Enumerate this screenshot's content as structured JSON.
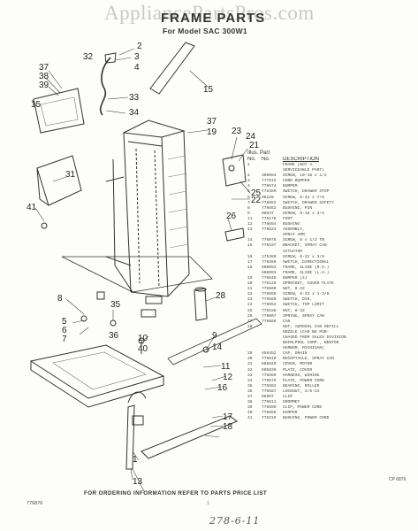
{
  "watermark": "AppliancePartsPros.com",
  "title": "FRAME PARTS",
  "subtitle": "For Model SAC 300W1",
  "callouts": [
    "1",
    "2",
    "3",
    "4",
    "5",
    "6",
    "7",
    "8",
    "9",
    "10",
    "11",
    "12",
    "13",
    "14",
    "15",
    "15",
    "16",
    "17",
    "18",
    "19",
    "21",
    "22",
    "23",
    "24",
    "25",
    "26",
    "28",
    "31",
    "32",
    "33",
    "34",
    "35",
    "36",
    "37",
    "38",
    "39",
    "40",
    "41"
  ],
  "parts_list": {
    "header_line1": "Illus.  Part",
    "header_no": "No.",
    "header_pn": "No.",
    "header_desc": "DESCRIPTION",
    "rows": [
      {
        "no": "1",
        "pn": "",
        "desc": "FRAME (NOT A"
      },
      {
        "no": "",
        "pn": "",
        "desc": "SERVICEABLE PART)"
      },
      {
        "no": "2",
        "pn": "306084",
        "desc": "SCREW, 10-16 x 1/2"
      },
      {
        "no": "3",
        "pn": "777615",
        "desc": "CORD BUMPER"
      },
      {
        "no": "4",
        "pn": "776674",
        "desc": "BUMPER"
      },
      {
        "no": "5",
        "pn": "778480",
        "desc": "SWITCH, DRAWER STOP"
      },
      {
        "no": "6",
        "pn": "98126",
        "desc": "SCREW, 6-32 x 7/8"
      },
      {
        "no": "7",
        "pn": "778652",
        "desc": "SWITCH, DRAWER SAFETY"
      },
      {
        "no": "8",
        "pn": "776652",
        "desc": "BUSHING, PIN"
      },
      {
        "no": "9",
        "pn": "98647",
        "desc": "SCREW, 8-18 x 3/4"
      },
      {
        "no": "11",
        "pn": "776178",
        "desc": "FOOT"
      },
      {
        "no": "12",
        "pn": "776654",
        "desc": "BUSHING"
      },
      {
        "no": "13",
        "pn": "776623",
        "desc": "ASSEMBLY,"
      },
      {
        "no": "",
        "pn": "",
        "desc": "SPRAY ARM"
      },
      {
        "no": "14",
        "pn": "776076",
        "desc": "SCREW, 8 x 1/2 TB"
      },
      {
        "no": "15",
        "pn": "776197",
        "desc": "BRACKET, SPRAY CAN"
      },
      {
        "no": "",
        "pn": "",
        "desc": "ACTUATOR"
      },
      {
        "no": "16",
        "pn": "175360",
        "desc": "SCREW, 6-32 x 3/8"
      },
      {
        "no": "17",
        "pn": "778360",
        "desc": "SWITCH, DIRECTIONAL"
      },
      {
        "no": "18",
        "pn": "608092",
        "desc": "FRAME, SLIDE (R.H.)"
      },
      {
        "no": "",
        "pn": "608093",
        "desc": "FRAME, SLIDE (L.H.)"
      },
      {
        "no": "19",
        "pn": "776545",
        "desc": "BUMPER (4)"
      },
      {
        "no": "20",
        "pn": "776120",
        "desc": "SPROCKET, COVER PLATE"
      },
      {
        "no": "21",
        "pn": "776500",
        "desc": "NUT, 6-32"
      },
      {
        "no": "22",
        "pn": "776650",
        "desc": "SCREW, 6-32 x 1-3/8"
      },
      {
        "no": "23",
        "pn": "776580",
        "desc": "SWITCH, DIR."
      },
      {
        "no": "24",
        "pn": "776054",
        "desc": "SWITCH, TOP LIMIT"
      },
      {
        "no": "25",
        "pn": "776188",
        "desc": "NUT, 6-32"
      },
      {
        "no": "26",
        "pn": "776007",
        "desc": "SPRING, SPRAY CAN"
      },
      {
        "no": "27",
        "pn": "776686",
        "desc": "CAN"
      },
      {
        "no": "28",
        "pn": "",
        "desc": "NUT, AEROSOL CAN REFILL"
      },
      {
        "no": "",
        "pn": "",
        "desc": "NOZZLE (CAN BE PUR-"
      },
      {
        "no": "",
        "pn": "",
        "desc": "CHASED FROM SALES DIVISION"
      },
      {
        "no": "",
        "pn": "",
        "desc": "WHIRLPOOL CORP., BENTON"
      },
      {
        "no": "",
        "pn": "",
        "desc": "HARBOR, MICHIGAN)"
      },
      {
        "no": "29",
        "pn": "455452",
        "desc": "CAP, DRAIN"
      },
      {
        "no": "30",
        "pn": "776610",
        "desc": "RECEPTACLE, SPRAY CAN"
      },
      {
        "no": "31",
        "pn": "605840",
        "desc": "COVER, MOTOR"
      },
      {
        "no": "32",
        "pn": "605839",
        "desc": "PLATE, COVER"
      },
      {
        "no": "33",
        "pn": "776689",
        "desc": "HARNESS, WIRING"
      },
      {
        "no": "34",
        "pn": "776576",
        "desc": "PLATE, POWER CORD"
      },
      {
        "no": "35",
        "pn": "775582",
        "desc": "BEARING, ROLLER"
      },
      {
        "no": "36",
        "pn": "776687",
        "desc": "LOCKNUT, 3/8-24"
      },
      {
        "no": "37",
        "pn": "98997",
        "desc": "CLIP"
      },
      {
        "no": "38",
        "pn": "776611",
        "desc": "GROMMET"
      },
      {
        "no": "39",
        "pn": "776590",
        "desc": "CLIP, POWER CORD"
      },
      {
        "no": "40",
        "pn": "776680",
        "desc": "DAMPER"
      },
      {
        "no": "41",
        "pn": "776319",
        "desc": "BUSHING, POWER CORD"
      }
    ]
  },
  "drawing_ref": "CP 6876",
  "footer": "FOR ORDERING INFORMATION REFER TO PARTS PRICE LIST",
  "left_code": "776876",
  "page_number": "1",
  "handwritten_note": "278-6-11"
}
